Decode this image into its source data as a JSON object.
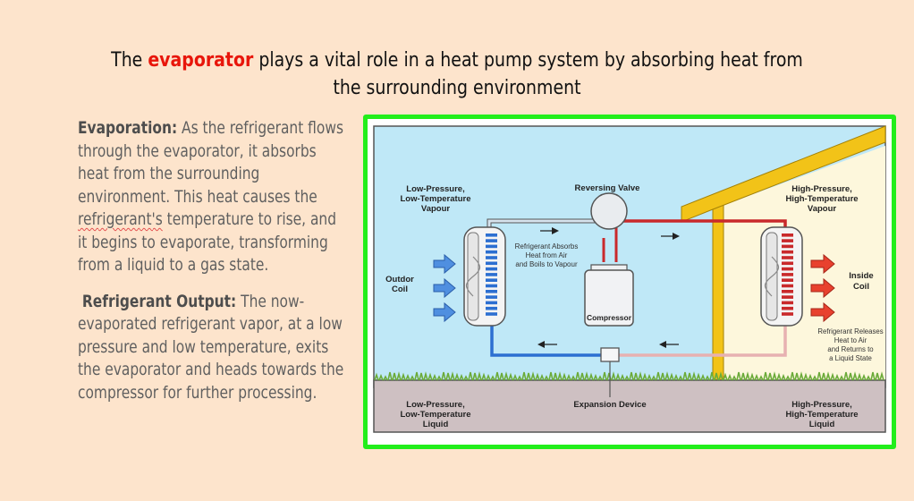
{
  "heading": {
    "prefix": "The ",
    "highlight": "evaporator",
    "suffix": " plays a vital role in a heat pump system by absorbing heat from the surrounding environment"
  },
  "paragraphs": [
    {
      "label": "Evaporation:",
      "text_1": " As the refrigerant flows through the evaporator, it absorbs heat from the surrounding environment. This heat causes the ",
      "flagged_word": "refrigerant's",
      "text_2": " temperature to rise, and it begins to evaporate, transforming from a liquid to a gas state."
    },
    {
      "label": "Refrigerant Output:",
      "text": " The now-evaporated refrigerant vapor, at a low pressure and low temperature, exits the evaporator and heads towards the compressor for further processing."
    }
  ],
  "diagram": {
    "labels": {
      "lp_vapour": [
        "Low-Pressure,",
        "Low-Temperature",
        "Vapour"
      ],
      "reversing_valve": "Reversing Valve",
      "hp_vapour": [
        "High-Pressure,",
        "High-Temperature",
        "Vapour"
      ],
      "absorbs": [
        "Refrigerant Absorbs",
        "Heat from Air",
        "and Boils to Vapour"
      ],
      "outdoor_coil": [
        "Outdor",
        "Coil"
      ],
      "inside_coil": [
        "Inside",
        "Coil"
      ],
      "compressor": "Compressor",
      "releases": [
        "Refrigerant Releases",
        "Heat to Air",
        "and Returns to",
        "a Liquid State"
      ],
      "lp_liquid": [
        "Low-Pressure,",
        "Low-Temperature",
        "Liquid"
      ],
      "expansion_device": "Expansion Device",
      "hp_liquid": [
        "High-Pressure,",
        "High-Temperature",
        "Liquid"
      ]
    },
    "colors": {
      "frame": "#22ee1b",
      "sky": "#bfe8f7",
      "house": "#f2c318",
      "house_inside": "#fdf7dc",
      "ground": "#cec0c2",
      "grass": "#6cab3a",
      "cold_line": "#2c6fd1",
      "hot_line": "#c9292b",
      "heat_arrow": "#e8412e",
      "air_arrow": "#4f8fe0"
    }
  }
}
